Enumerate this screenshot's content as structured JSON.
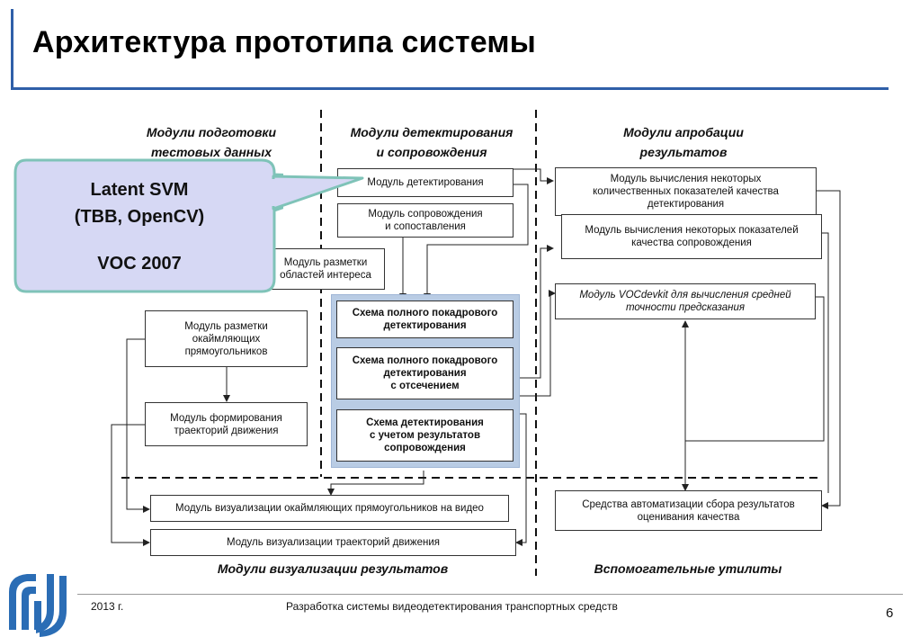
{
  "title": "Архитектура прототипа системы",
  "columns": {
    "prep": [
      "Модули подготовки",
      "тестовых данных"
    ],
    "detect": [
      "Модули детектирования",
      "и сопровождения"
    ],
    "eval": [
      "Модули апробации",
      "результатов"
    ]
  },
  "boxes": {
    "detection_module": "Модуль детектирования",
    "tracking_module": [
      "Модуль сопровождения",
      "и сопоставления"
    ],
    "roi_markup": [
      "Модуль разметки",
      "областей интереса"
    ],
    "bbox_markup": [
      "Модуль разметки",
      "окаймляющих",
      "прямоугольников"
    ],
    "trajectory_forming": [
      "Модуль формирования",
      "траекторий движения"
    ],
    "scheme_full": [
      "Схема полного покадрового",
      "детектирования"
    ],
    "scheme_cut": [
      "Схема полного покадрового",
      "детектирования",
      "с отсечением"
    ],
    "scheme_track": [
      "Схема детектирования",
      "с учетом результатов",
      "сопровождения"
    ],
    "metrics_detect": [
      "Модуль вычисления некоторых",
      "количественных показателей качества",
      "детектирования"
    ],
    "metrics_track": [
      "Модуль вычисления некоторых показателей",
      "качества сопровождения"
    ],
    "vocdevkit": [
      "Модуль VOCdevkit для вычисления средней",
      "точности предсказания"
    ],
    "vis_bbox": "Модуль визуализации окаймляющих  прямоугольников на видео",
    "vis_traj": "Модуль визуализации траекторий движения",
    "automation": [
      "Средства автоматизации сбора результатов",
      "оценивания качества"
    ]
  },
  "section_labels": {
    "visualization": "Модули визуализации результатов",
    "utilities": "Вспомогательные утилиты"
  },
  "callout": {
    "line1": "Latent SVM",
    "line2": "(TBB, OpenCV)",
    "line3": "VOC 2007"
  },
  "footer": {
    "year": "2013 г.",
    "subtitle": "Разработка системы видеодетектирования транспортных средств",
    "page": "6"
  },
  "colors": {
    "accent": "#2f5fa8",
    "callout_fill": "#d6d8f4",
    "callout_border": "#7fc3b8",
    "scheme_fill": "#b9cce4"
  }
}
